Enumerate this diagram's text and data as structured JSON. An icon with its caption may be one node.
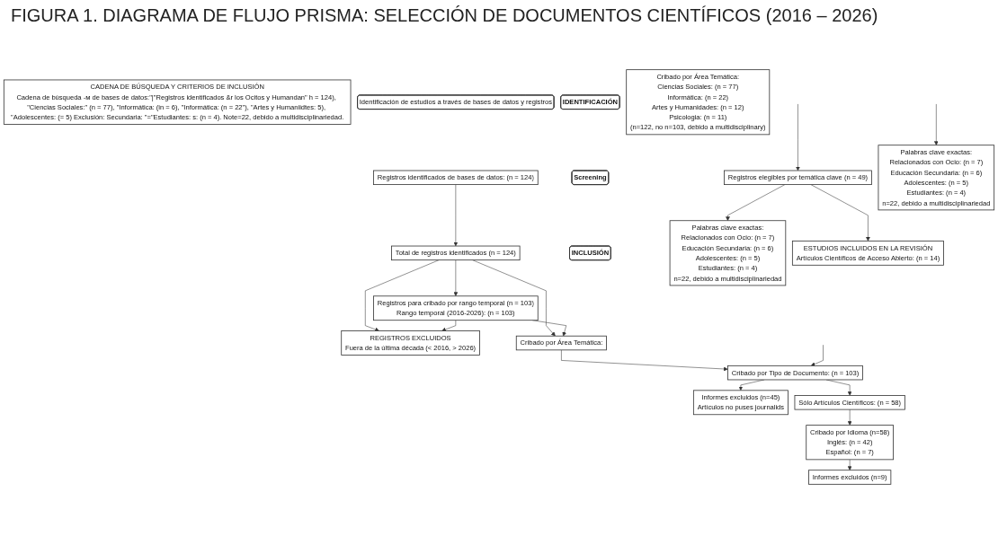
{
  "diagram": {
    "title": "FIGURA 1. DIAGRAMA DE FLUJO PRISMA: SELECCIÓN DE DOCUMENTOS CIENTÍFICOS (2016 – 2026)",
    "nodes": [
      {
        "text": [
          "CADENA DE BÚSQUEDA Y CRITERIOS DE INCLUSIÓN",
          "Cadena de búsqueda -м de bases de datos:\"|\"Registros identificados &r los Ocitos y Humandan\" h = 124), \"Ciencias Sociales:\" (n = 77), \"Informática: (in = 6), \"Informática: (n = 22\"), \"Artes y Humaniidtes: 5), \"Adolescentes: (= 5) Exclusión: Secundaria: \"=\"Estudiantes: s: (n = 4). Note=22, debido a multidisciplinariedad."
        ]
      },
      {
        "text": [
          "IDENTIFICACIÓN"
        ]
      },
      {
        "text": [
          "Identificación de estudios a través de bases de datos y registros"
        ]
      },
      {
        "text": [
          "Registros identificados de bases de datos: (n = 124)"
        ]
      },
      {
        "text": [
          "REGISTROS EXCLUIDOS",
          "Fuera de la última década (< 2016, > 2026)"
        ]
      },
      {
        "text": [
          "Total de registros identificados (n = 124)"
        ]
      },
      {
        "text": [
          "Cribado por Área Temática:"
        ]
      },
      {
        "text": [
          "Cribado por Área Temática:",
          "Ciencias Sociales: (n = 77)",
          "Informática: (n = 22)",
          "Artes y Humanidades: (n = 12)",
          "Psicologia: (n = 11)",
          "(n=122, no n=103, debido a multidisciplinary)"
        ]
      },
      {
        "text": [
          "Screening"
        ]
      },
      {
        "text": [
          "Registros para cribado por rango temporal (n = 103)",
          "Rango temporal (2016-2026): (n = 103)"
        ]
      },
      {
        "text": [
          "Cribado por Tipo de Documento: (n = 103)"
        ]
      },
      {
        "text": [
          "Informes excluidos (n=45)",
          "Artículos no puses journalids"
        ]
      },
      {
        "text": [
          "Sólo Artículos Científicos: (n = 58)"
        ]
      },
      {
        "text": [
          "Cribado por Idioma (n=58)",
          "Inglés: (n = 42)",
          "Español: (n = 7)"
        ]
      },
      {
        "text": [
          "Informes excluidos (n=9)"
        ]
      },
      {
        "text": [
          "INCLUSIÓN"
        ]
      },
      {
        "text": [
          "Registros elegibles por temática clave (n = 49)"
        ]
      },
      {
        "text": [
          "Palabras clave exactas:",
          "Relacionados con Ocio: (n = 7)",
          "Educación Secundaria: (n = 6)",
          "Adolescentes: (n = 5)",
          "Estudiantes: (n = 4)",
          "n=22, debido a multidisciplinariedad"
        ]
      },
      {
        "text": [
          "Palabras clave exactas:",
          "Relacionados con Ocio: (n = 7)",
          "Educación Secundaria: (n = 6)",
          "Adolescentes: (n = 5)",
          "Estudiantes: (n = 4)",
          "n=22, debido a multidisciplinariedad"
        ]
      },
      {
        "text": [
          "ESTUDIOS INCLUIDOS EN LA REVISIÓN",
          "Artículos Científicos de Acceso Abierto: (n = 14)"
        ]
      }
    ],
    "edges": [
      {
        "from": 3,
        "to": 5,
        "arrow": "to"
      },
      {
        "from": 5,
        "to": 9,
        "arrow": "to"
      },
      {
        "from": 5,
        "to": 4,
        "arrow": "to"
      },
      {
        "from": 5,
        "to": 6,
        "arrow": "to"
      },
      {
        "from": 9,
        "to": 4,
        "arrow": "to"
      },
      {
        "from": 9,
        "to": 6,
        "arrow": "to"
      },
      {
        "from": 6,
        "to": 10,
        "arrow": "to"
      },
      {
        "from": 10,
        "to": 11,
        "arrow": "to"
      },
      {
        "from": 10,
        "to": 12,
        "arrow": "to"
      },
      {
        "from": 12,
        "to": 13,
        "arrow": "to"
      },
      {
        "from": 13,
        "to": 14,
        "arrow": "to"
      },
      {
        "from": null,
        "to": 10,
        "arrow": "to"
      },
      {
        "from": null,
        "to": 16,
        "arrow": "to"
      },
      {
        "from": null,
        "to": 18,
        "arrow": "to"
      },
      {
        "from": 16,
        "to": 17,
        "arrow": "to"
      },
      {
        "from": 16,
        "to": 19,
        "arrow": "to"
      }
    ]
  }
}
